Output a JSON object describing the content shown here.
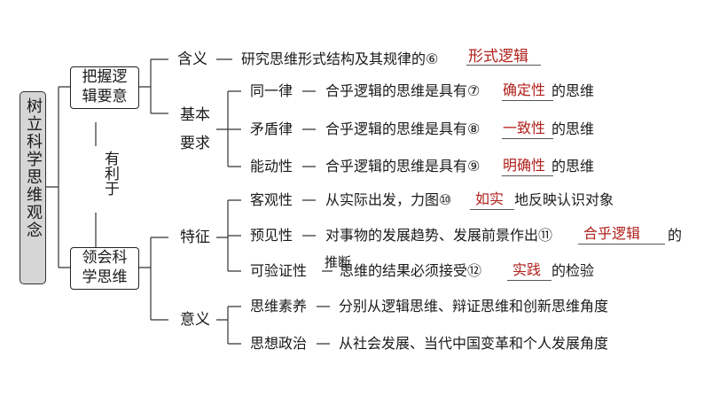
{
  "root": "树立科学思维观念",
  "branch1": {
    "label_line1": "把握逻",
    "label_line2": "辑要意",
    "meaning": {
      "label": "含义",
      "text": "研究思维形式结构及其规律的⑥",
      "answer": "形式逻辑"
    },
    "basic": {
      "label_line1": "基本",
      "label_line2": "要求",
      "items": [
        {
          "name": "同一律",
          "prefix": "合乎逻辑的思维是具有⑦",
          "answer": "确定性",
          "suffix": "的思维"
        },
        {
          "name": "矛盾律",
          "prefix": "合乎逻辑的思维是具有⑧",
          "answer": "一致性",
          "suffix": "的思维"
        },
        {
          "name": "能动性",
          "prefix": "合乎逻辑的思维是具有⑨",
          "answer": "明确性",
          "suffix": "的思维"
        }
      ]
    }
  },
  "link_label": "有利于",
  "branch2": {
    "label_line1": "领会科",
    "label_line2": "学思维",
    "features": {
      "label": "特征",
      "items": [
        {
          "name": "客观性",
          "prefix": "从实际出发，力图⑩",
          "answer": "如实",
          "suffix": "地反映认识对象"
        },
        {
          "name": "预见性",
          "prefix": "对事物的发展趋势、发展前景作出⑪",
          "answer": "合乎逻辑",
          "suffix": "的",
          "extra": "推断"
        },
        {
          "name": "可验证性",
          "prefix": "思维的结果必须接受⑫",
          "answer": "实践",
          "suffix": "的检验"
        }
      ]
    },
    "significance": {
      "label": "意义",
      "items": [
        {
          "name": "思维素养",
          "text": "分别从逻辑思维、辩证思维和创新思维角度"
        },
        {
          "name": "思想政治",
          "text": "从社会发展、当代中国变革和个人发展角度"
        }
      ]
    }
  }
}
